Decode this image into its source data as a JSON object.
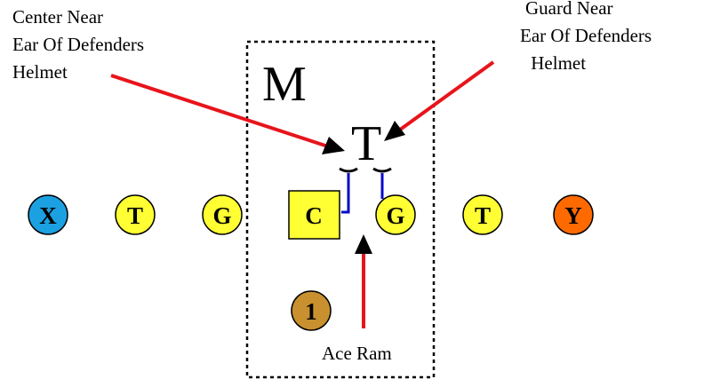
{
  "annotations": {
    "center_note": [
      "Center Near",
      "Ear Of Defenders",
      "Helmet"
    ],
    "guard_note": [
      "Guard Near",
      "Ear Of Defenders",
      " Helmet"
    ],
    "play_name": "Ace Ram"
  },
  "defenders": {
    "mike": "M",
    "tackle": "T"
  },
  "offense": [
    {
      "label": "X",
      "color": "#1ba1e2",
      "shape": "circle"
    },
    {
      "label": "T",
      "color": "#ffff33",
      "shape": "circle"
    },
    {
      "label": "G",
      "color": "#ffff33",
      "shape": "circle"
    },
    {
      "label": "C",
      "color": "#ffff33",
      "shape": "square"
    },
    {
      "label": "G",
      "color": "#ffff33",
      "shape": "circle"
    },
    {
      "label": "T",
      "color": "#ffff33",
      "shape": "circle"
    },
    {
      "label": "Y",
      "color": "#ff6a00",
      "shape": "circle"
    }
  ],
  "back": {
    "label": "1",
    "color": "#c8902e"
  },
  "colors": {
    "arrow": "#e8141b",
    "block_line": "#0a0ac8",
    "outline": "#000000"
  }
}
